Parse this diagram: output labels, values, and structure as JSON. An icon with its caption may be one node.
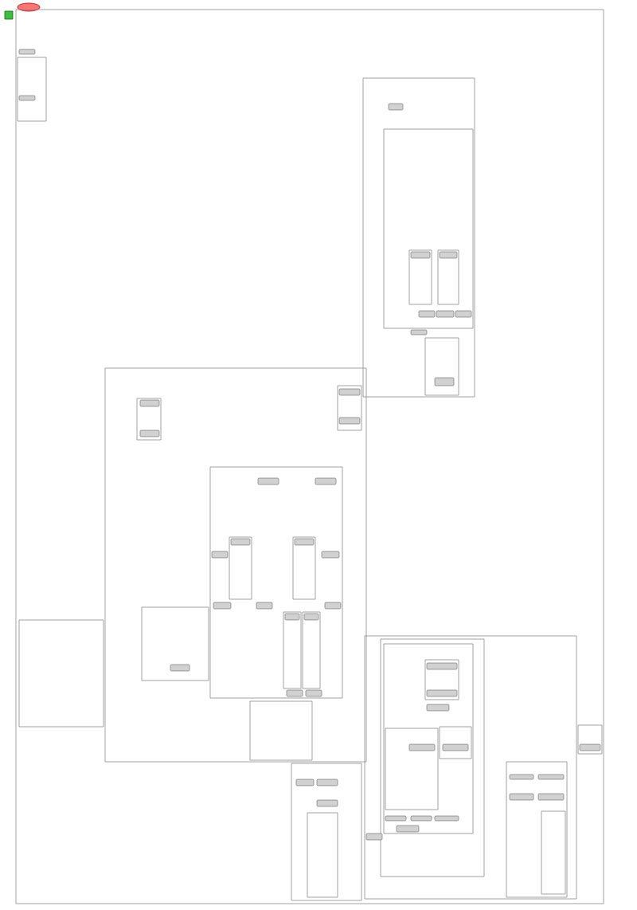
{
  "diagram": {
    "nodes": [
      {
        "text": [],
        "shape": "ellipse"
      },
      {
        "text": [],
        "shape": "box"
      },
      {
        "text": [],
        "shape": "box"
      },
      {
        "text": [],
        "shape": "box",
        "in": 2
      },
      {
        "text": [],
        "shape": "box",
        "in": 2
      },
      {
        "text": [],
        "shape": "box",
        "in": 3
      },
      {
        "text": [],
        "shape": "box",
        "in": 2
      },
      {
        "text": [],
        "shape": "box",
        "in": 6
      },
      {
        "text": [],
        "shape": "box",
        "in": 6
      },
      {
        "text": [],
        "shape": "box",
        "in": 8
      },
      {
        "text": [],
        "shape": "box",
        "in": 8
      },
      {
        "text": [],
        "shape": "box",
        "in": 9
      },
      {
        "text": [],
        "shape": "box",
        "in": 10
      },
      {
        "text": [],
        "shape": "box",
        "in": 8
      },
      {
        "text": [],
        "shape": "box",
        "in": 8
      },
      {
        "text": [],
        "shape": "box",
        "in": 8
      },
      {
        "text": [],
        "shape": "box",
        "in": 6
      },
      {
        "text": [],
        "shape": "box",
        "in": 6
      },
      {
        "text": [],
        "shape": "box",
        "in": 17
      },
      {
        "text": [],
        "shape": "box",
        "in": 2
      },
      {
        "text": [],
        "shape": "box",
        "in": 19
      },
      {
        "text": [],
        "shape": "box",
        "in": 20
      },
      {
        "text": [],
        "shape": "box",
        "in": 20
      },
      {
        "text": [],
        "shape": "box",
        "in": 19
      },
      {
        "text": [],
        "shape": "box",
        "in": 23
      },
      {
        "text": [],
        "shape": "box",
        "in": 23
      },
      {
        "text": [],
        "shape": "box",
        "in": 19
      },
      {
        "text": [],
        "shape": "box",
        "in": 26
      },
      {
        "text": [],
        "shape": "box",
        "in": 26
      },
      {
        "text": [],
        "shape": "box",
        "in": 26
      },
      {
        "text": [],
        "shape": "box",
        "in": 29
      },
      {
        "text": [],
        "shape": "box",
        "in": 26
      },
      {
        "text": [],
        "shape": "box",
        "in": 31
      },
      {
        "text": [],
        "shape": "box",
        "in": 26
      },
      {
        "text": [],
        "shape": "box",
        "in": 26
      },
      {
        "text": [],
        "shape": "box",
        "in": 26
      },
      {
        "text": [],
        "shape": "box",
        "in": 26
      },
      {
        "text": [],
        "shape": "box",
        "in": 26
      },
      {
        "text": [],
        "shape": "box",
        "in": 26
      },
      {
        "text": [],
        "shape": "box",
        "in": 26
      },
      {
        "text": [],
        "shape": "box",
        "in": 38
      },
      {
        "text": [],
        "shape": "box",
        "in": 39
      },
      {
        "text": [],
        "shape": "box",
        "in": 26
      },
      {
        "text": [],
        "shape": "box",
        "in": 26
      },
      {
        "text": [],
        "shape": "box",
        "in": 19
      },
      {
        "text": [],
        "shape": "box",
        "in": 44
      },
      {
        "text": [],
        "shape": "box",
        "in": 2
      },
      {
        "text": [],
        "shape": "box",
        "in": 19
      },
      {
        "text": [],
        "shape": "box",
        "in": 2
      },
      {
        "text": [],
        "shape": "box",
        "in": 48
      },
      {
        "text": [],
        "shape": "box",
        "in": 48
      },
      {
        "text": [],
        "shape": "box",
        "in": 48
      },
      {
        "text": [],
        "shape": "box",
        "in": 48
      },
      {
        "text": [],
        "shape": "box",
        "in": 2
      },
      {
        "text": [],
        "shape": "box",
        "in": 53
      },
      {
        "text": [],
        "shape": "box",
        "in": 54
      },
      {
        "text": [],
        "shape": "box",
        "in": 55
      },
      {
        "text": [],
        "shape": "box",
        "in": 56
      },
      {
        "text": [],
        "shape": "box",
        "in": 56
      },
      {
        "text": [],
        "shape": "box",
        "in": 55
      },
      {
        "text": [],
        "shape": "box",
        "in": 55
      },
      {
        "text": [],
        "shape": "box",
        "in": 55
      },
      {
        "text": [],
        "shape": "box",
        "in": 60
      },
      {
        "text": [],
        "shape": "box",
        "in": 61
      },
      {
        "text": [],
        "shape": "box",
        "in": 55
      },
      {
        "text": [],
        "shape": "box",
        "in": 55
      },
      {
        "text": [],
        "shape": "box",
        "in": 55
      },
      {
        "text": [],
        "shape": "box",
        "in": 55
      },
      {
        "text": [],
        "shape": "box",
        "in": 53
      },
      {
        "text": [],
        "shape": "box",
        "in": 68
      },
      {
        "text": [],
        "shape": "box",
        "in": 68
      },
      {
        "text": [],
        "shape": "box",
        "in": 68
      },
      {
        "text": [],
        "shape": "box",
        "in": 68
      },
      {
        "text": [],
        "shape": "box",
        "in": 68
      },
      {
        "text": [],
        "shape": "box",
        "in": 53
      },
      {
        "text": [],
        "shape": "box",
        "in": 2
      },
      {
        "text": [],
        "shape": "box",
        "in": 75
      }
    ]
  }
}
